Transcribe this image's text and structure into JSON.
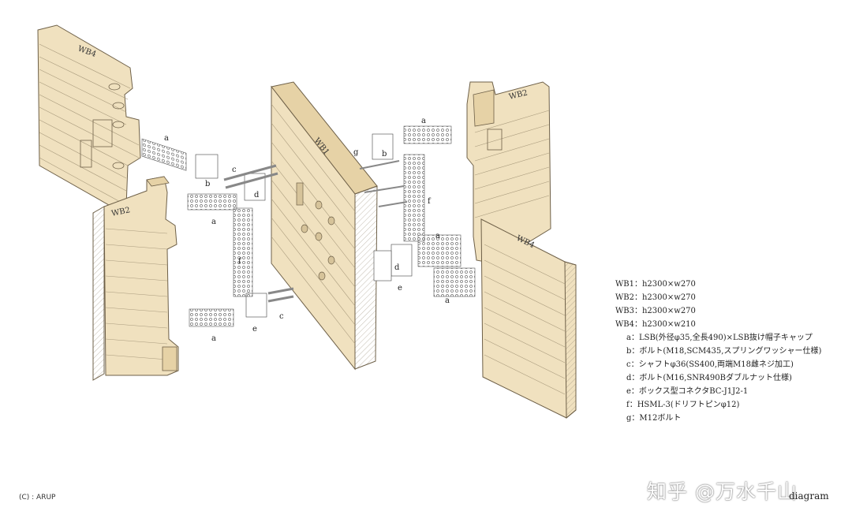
{
  "panels": {
    "wb4_left": "WB4",
    "wb2_left": "WB2",
    "wb1_center": "WB1",
    "wb2_right": "WB2",
    "wb4_right": "WB4"
  },
  "part_labels": {
    "a1": "a",
    "b1": "b",
    "c1": "c",
    "d1": "d",
    "a2": "a",
    "f1": "f",
    "a3": "a",
    "e1": "e",
    "c2": "c",
    "a4": "a",
    "g1": "g",
    "b2": "b",
    "f2": "f",
    "a5": "a",
    "d2": "d",
    "e2": "e",
    "a6": "a"
  },
  "legend": {
    "specs": [
      "WB1：h2300×w270",
      "WB2：h2300×w270",
      "WB3：h2300×w270",
      "WB4：h2300×w210"
    ],
    "keys": [
      "a：LSB(外径φ35,全長490)×LSB抜け帽子キャップ",
      "b：ボルト(M18,SCM435,スプリングワッシャー仕様)",
      "c：シャフトφ36(SS400,両端M18雌ネジ加工)",
      "d：ボルト(M16,SNR490Bダブルナット仕様)",
      "e：ボックス型コネクタBC-J1J2-1",
      "f：HSML-3(ドリフトピンφ12)",
      "g：M12ボルト"
    ]
  },
  "credit": "(C) : ARUP",
  "caption": "diagram",
  "watermark": "知乎 @万水千山",
  "colors": {
    "wood": "#f0e1bf",
    "wood_side": "#e6d2a6",
    "line": "#6e6048"
  }
}
